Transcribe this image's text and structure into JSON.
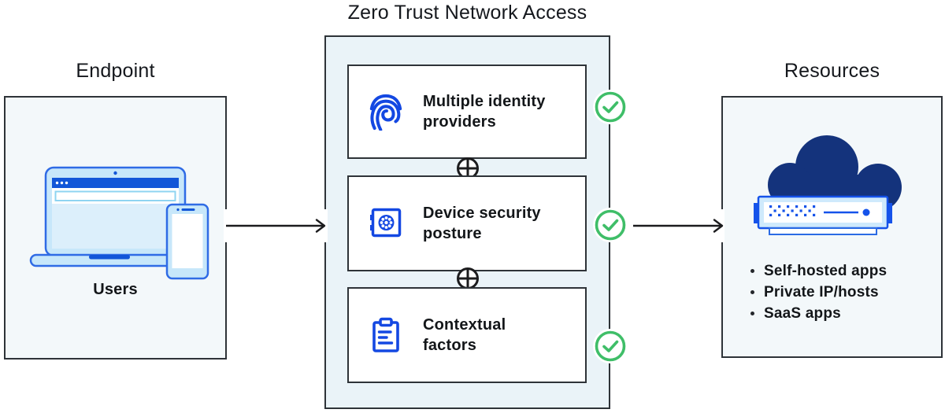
{
  "titles": {
    "endpoint": "Endpoint",
    "ztna": "Zero Trust Network Access",
    "resources": "Resources"
  },
  "endpoint": {
    "caption": "Users"
  },
  "ztna": {
    "factors": [
      {
        "lines": [
          "Multiple identity",
          "providers"
        ],
        "icon": "fingerprint-icon"
      },
      {
        "lines": [
          "Device security",
          "posture"
        ],
        "icon": "safe-icon"
      },
      {
        "lines": [
          "Contextual",
          "factors"
        ],
        "icon": "clipboard-icon"
      }
    ]
  },
  "resources": {
    "bullets": [
      "Self-hosted apps",
      "Private IP/hosts",
      "SaaS apps"
    ]
  },
  "icons": {
    "fingerprint": "fingerprint-icon",
    "safe": "safe-icon",
    "clipboard": "clipboard-icon",
    "check": "check-circle-icon",
    "plus": "plus-circle-icon",
    "laptop_phone": "laptop-and-phone-illustration",
    "cloud_server": "cloud-server-illustration",
    "arrow": "right-arrow-icon"
  },
  "colors": {
    "panel_bg": "#f3f8fa",
    "ztna_bg": "#eaf3f8",
    "panel_border": "#2e3338",
    "icon_blue": "#1448e2",
    "laptop_outline_blue": "#2f6be5",
    "laptop_bar_blue": "#1256d8",
    "laptop_shell_blue": "#c7e7fa",
    "cloud_navy": "#14337c",
    "server_blue": "#1553ea",
    "server_light_blue": "#cfeafc",
    "check_green": "#3fbe68",
    "text_dark": "#15181d"
  }
}
